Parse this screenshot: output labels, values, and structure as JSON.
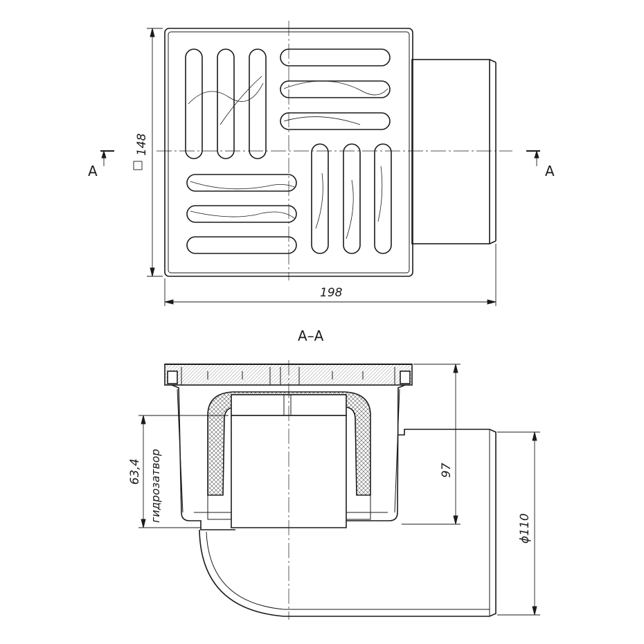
{
  "top_view": {
    "width_dim": "198",
    "height_dim": "148",
    "square_symbol": "□",
    "section_left": "A",
    "section_right": "A"
  },
  "section_view": {
    "title": "A–A",
    "water_seal_dim": "63,4",
    "water_seal_label": "гидрозатвор",
    "height_dim": "97",
    "outlet_dim": "ϕ110"
  },
  "colors": {
    "line": "#1a1a1a",
    "hatch": "#555555",
    "background": "#ffffff"
  }
}
